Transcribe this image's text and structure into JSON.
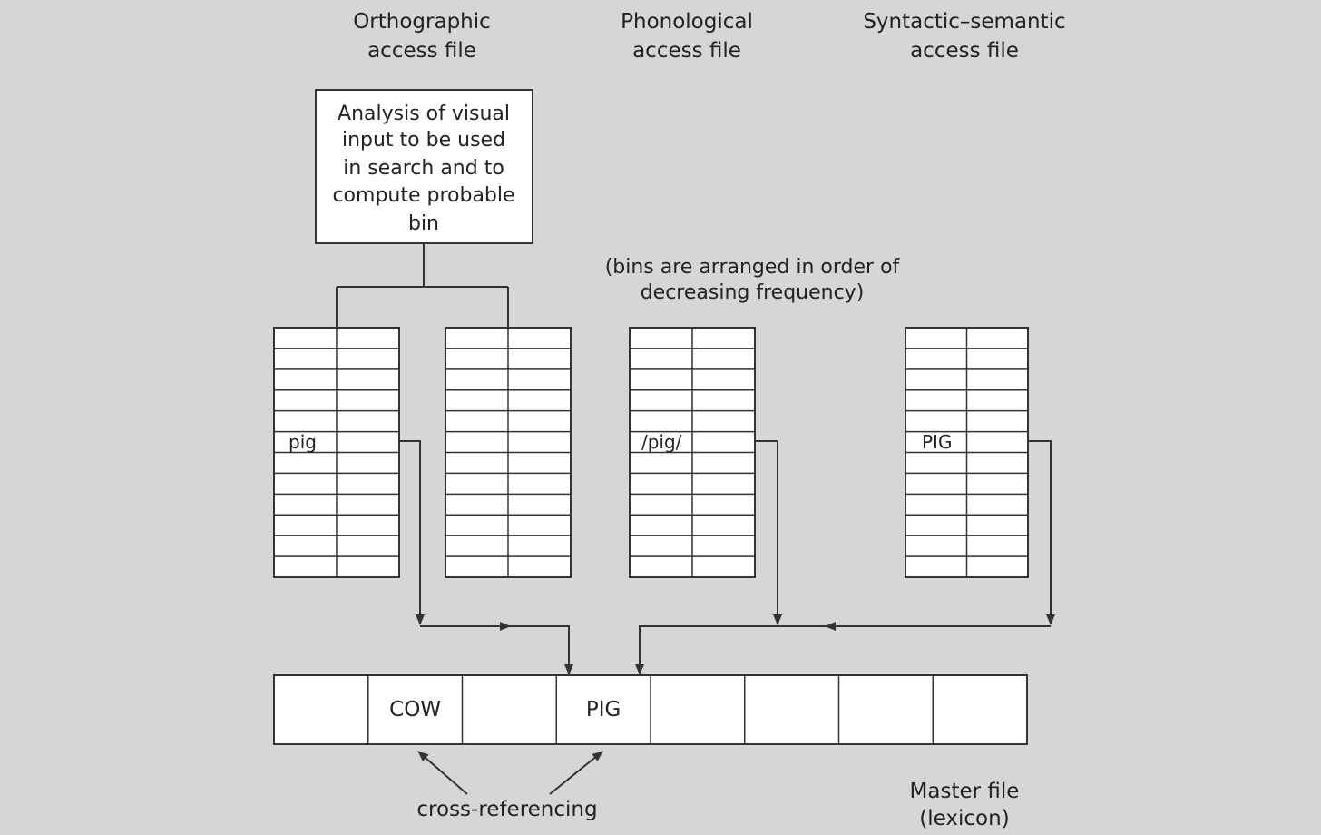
{
  "headers": {
    "orthographic": [
      "Orthographic",
      "access file"
    ],
    "phonological": [
      "Phonological",
      "access file"
    ],
    "syntactic": [
      "Syntactic–semantic",
      "access file"
    ]
  },
  "analysis_box": [
    "Analysis of visual",
    "input to be used",
    "in search and to",
    "compute probable",
    "bin"
  ],
  "bins_note": [
    "(bins are arranged in order of",
    "decreasing frequency)"
  ],
  "bin_entries": {
    "orthographic": "pig",
    "phonological": "/pig/",
    "syntactic": "PIG"
  },
  "master_cells": [
    "",
    "COW",
    "",
    "PIG",
    "",
    "",
    "",
    ""
  ],
  "cross_ref_label": "cross-referencing",
  "master_label": [
    "Master file",
    "(lexicon)"
  ]
}
